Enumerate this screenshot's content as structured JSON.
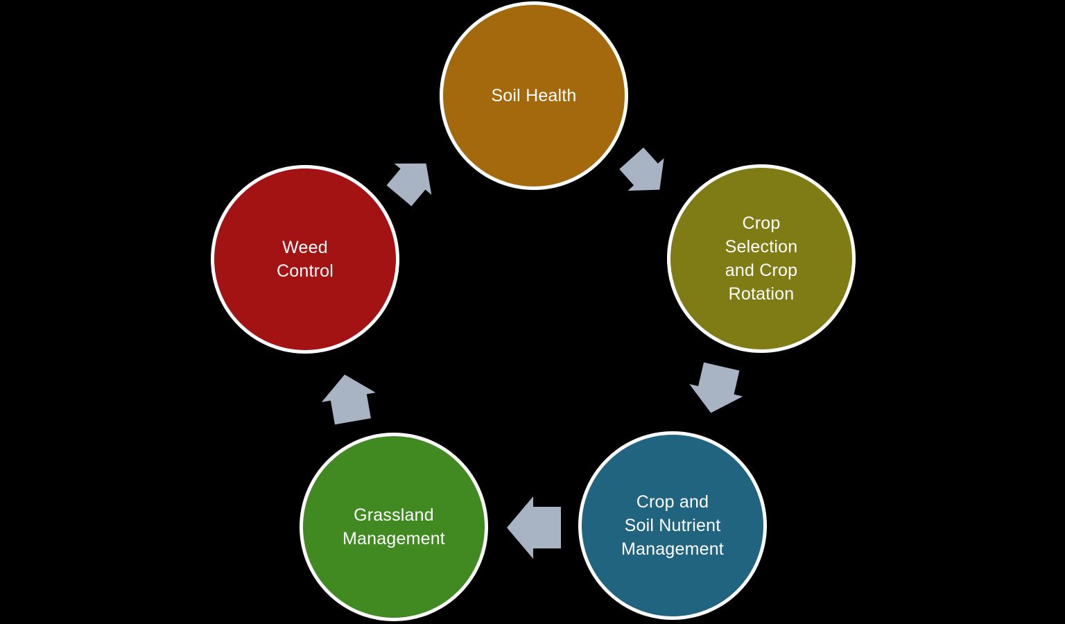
{
  "diagram": {
    "type": "cycle",
    "background_color": "#000000",
    "arrow_color": "#A8B4C3",
    "node_border_color": "#FFFFFF",
    "text_color": "#FFFFFF",
    "nodes": [
      {
        "id": "soil-health",
        "label": "Soil Health",
        "display": "Soil Health",
        "color": "#A5690D"
      },
      {
        "id": "crop-selection-and-crop-rotation",
        "label": "Crop Selection and Crop Rotation",
        "display": "Crop\nSelection\nand Crop\nRotation",
        "color": "#7F7B15"
      },
      {
        "id": "crop-and-soil-nutrient-management",
        "label": "Crop and Soil Nutrient Management",
        "display": "Crop and\nSoil Nutrient\nManagement",
        "color": "#20647F"
      },
      {
        "id": "grassland-management",
        "label": "Grassland Management",
        "display": "Grassland\nManagement",
        "color": "#418A21"
      },
      {
        "id": "weed-control",
        "label": "Weed Control",
        "display": "Weed\nControl",
        "color": "#A31313"
      }
    ],
    "edges": [
      {
        "from": "weed-control",
        "to": "soil-health"
      },
      {
        "from": "soil-health",
        "to": "crop-selection-and-crop-rotation"
      },
      {
        "from": "crop-selection-and-crop-rotation",
        "to": "crop-and-soil-nutrient-management"
      },
      {
        "from": "crop-and-soil-nutrient-management",
        "to": "grassland-management"
      },
      {
        "from": "grassland-management",
        "to": "weed-control"
      }
    ]
  }
}
